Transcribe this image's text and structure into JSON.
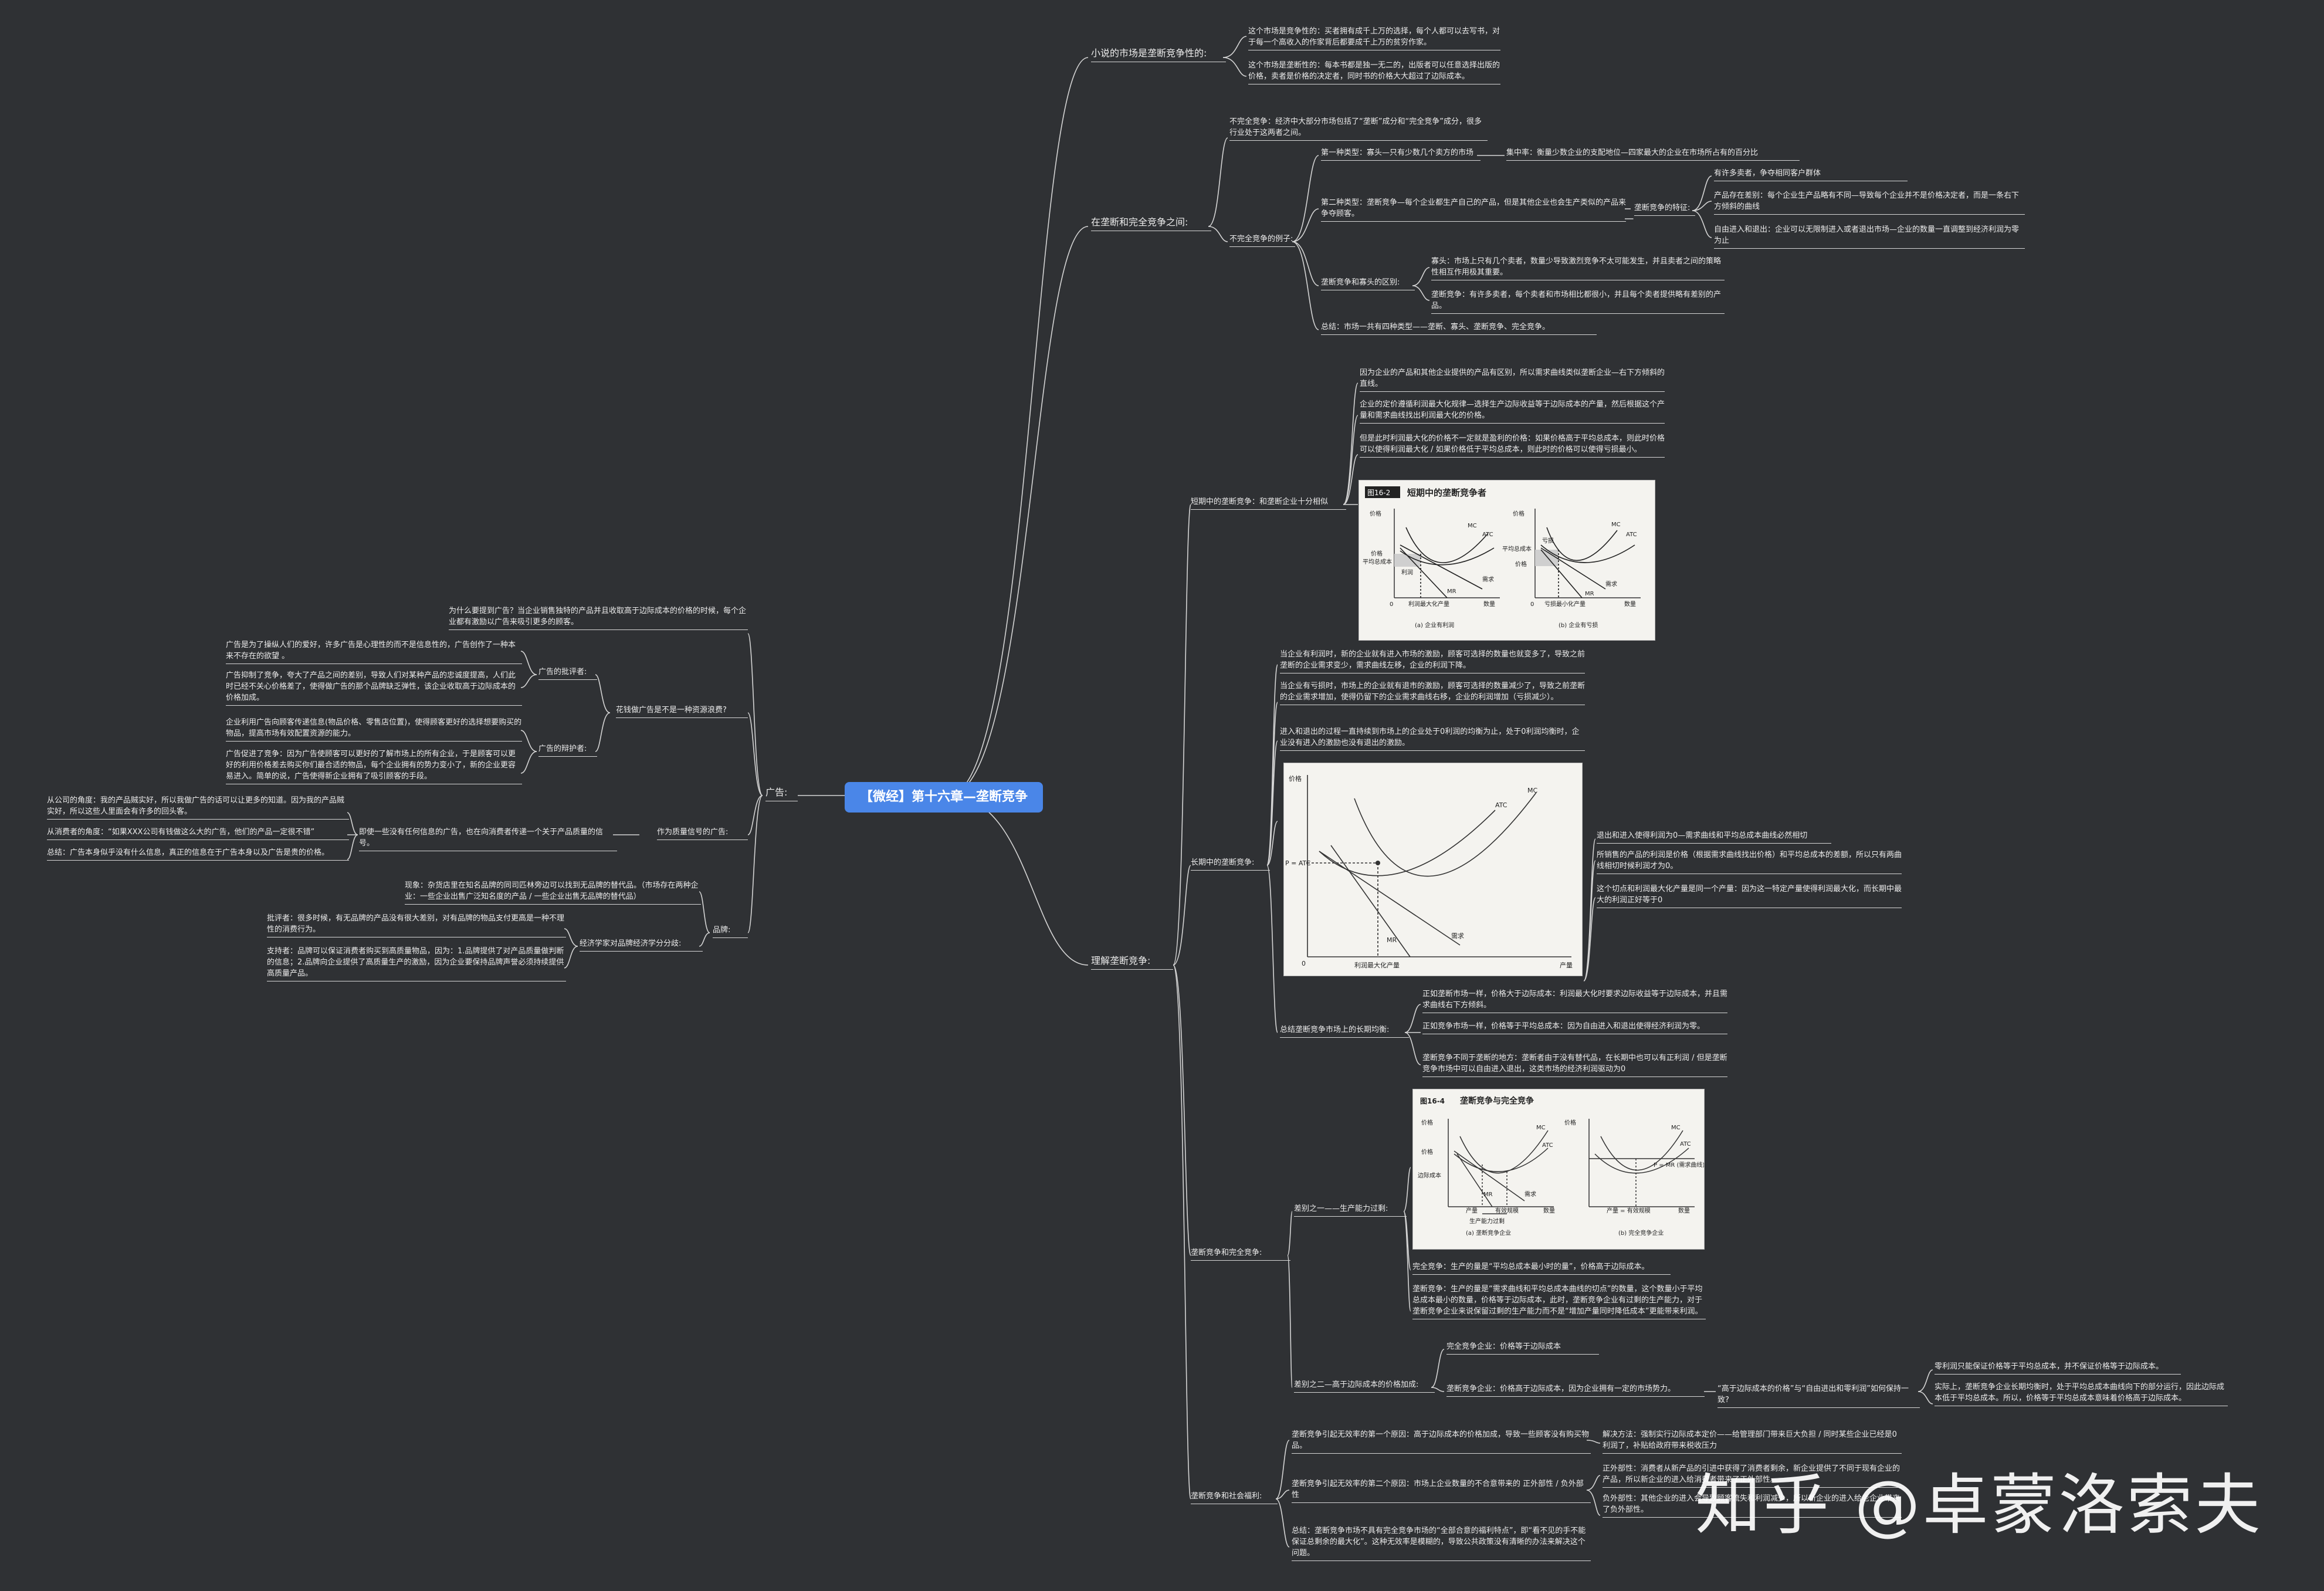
{
  "root": {
    "title": "【微经】第十六章—垄断竞争"
  },
  "branches": {
    "b1": {
      "label": "小说的市场是垄断竞争性的:",
      "items": [
        "这个市场是竞争性的：买者拥有成千上万的选择，每个人都可以去写书，对于每一个高收入的作家背后都要成千上万的贫穷作家。",
        "这个市场是垄断性的：每本书都是独一无二的，出版者可以任意选择出版的价格，卖者是价格的决定者，同时书的价格大大超过了边际成本。"
      ]
    },
    "b2": {
      "label": "在垄断和完全竞争之间:",
      "intro": "不完全竞争：经济中大部分市场包括了“垄断”成分和“完全竞争”成分，很多行业处于这两者之间。",
      "example_label": "不完全竞争的例子:",
      "type1": "第一种类型：寡头—只有少数几个卖方的市场",
      "type1_detail": "集中率：衡量少数企业的支配地位—四家最大的企业在市场所占有的百分比",
      "type2": "第二种类型：垄断竞争—每个企业都生产自己的产品，但是其他企业也会生产类似的产品来争夺顾客。",
      "type2_feature_label": "垄断竞争的特征:",
      "features": [
        "有许多卖者，争夺相同客户群体",
        "产品存在差别：每个企业生产品略有不同—导致每个企业并不是价格决定者，而是一条右下方倾斜的曲线",
        "自由进入和退出：企业可以无限制进入或者退出市场—企业的数量一直调整到经济利润为零为止"
      ],
      "diff_label": "垄断竞争和寡头的区别:",
      "diffs": [
        "寡头：市场上只有几个卖者，数量少导致激烈竞争不太可能发生，并且卖者之间的策略性相互作用极其重要。",
        "垄断竞争：有许多卖者，每个卖者和市场相比都很小，并且每个卖者提供略有差别的产品。"
      ],
      "summary": "总结：市场一共有四种类型——垄断、寡头、垄断竞争、完全竞争。"
    },
    "b3": {
      "label": "理解垄断竞争:",
      "short_label": "短期中的垄断竞争：和垄断企业十分相似",
      "short_items": [
        "因为企业的产品和其他企业提供的产品有区别，所以需求曲线类似垄断企业—右下方倾斜的直线。",
        "企业的定价遵循利润最大化规律—选择生产边际收益等于边际成本的产量，然后根据这个产量和需求曲线找出利润最大化的价格。",
        "但是此时利润最大化的价格不一定就是盈利的价格：如果价格高于平均总成本，则此时价格可以使得利润最大化 / 如果价格低于平均总成本，则此时的价格可以使得亏损最小。"
      ],
      "short_figure": {
        "title": "短期中的垄断竞争者",
        "tag": "图16-2",
        "left_labels": [
          "价格",
          "价格",
          "平均总成本",
          "利润",
          "MC",
          "ATC",
          "需求",
          "MR",
          "0",
          "利润最大化产量",
          "数量",
          "(a) 企业有利润"
        ],
        "right_labels": [
          "价格",
          "亏损",
          "平均总成本",
          "价格",
          "MC",
          "ATC",
          "需求",
          "MR",
          "0",
          "亏损最小化产量",
          "数量",
          "(b) 企业有亏损"
        ]
      },
      "long_label": "长期中的垄断竞争:",
      "long_items": [
        "当企业有利润时，新的企业就有进入市场的激励，顾客可选择的数量也就变多了，导致之前垄断的企业需求变少，需求曲线左移，企业的利润下降。",
        "当企业有亏损时，市场上的企业就有退市的激励，顾客可选择的数量减少了，导致之前垄断的企业需求增加，使得仍留下的企业需求曲线右移，企业的利润增加（亏损减少）。",
        "进入和退出的过程一直持续到市场上的企业处于0利润的均衡为止，处于0利润均衡时，企业没有进入的激励也没有退出的激励。"
      ],
      "long_figure": {
        "labels": [
          "价格",
          "P = ATC",
          "MC",
          "ATC",
          "需求",
          "MR",
          "0",
          "利润最大化产量",
          "产量"
        ]
      },
      "long_notes": [
        "退出和进入使得利润为0—需求曲线和平均总成本曲线必然相切",
        "所销售的产品的利润是价格（根据需求曲线找出价格）和平均总成本的差额，所以只有两曲线相切时候利润才为0。",
        "这个切点和利润最大化产量是同一个产量：因为这一特定产量使得利润最大化，而长期中最大的利润正好等于0"
      ],
      "eq_label": "总结垄断竞争市场上的长期均衡:",
      "eq_items": [
        "正如垄断市场一样，价格大于边际成本：利润最大化时要求边际收益等于边际成本，并且需求曲线右下方倾斜。",
        "正如竞争市场一样，价格等于平均总成本：因为自由进入和退出使得经济利润为零。",
        "垄断竞争不同于垄断的地方：垄断者由于没有替代品，在长期中也可以有正利润 / 但是垄断竞争市场中可以自由进入退出，这类市场的经济利润驱动为0"
      ],
      "compare_label": "垄断竞争和完全竞争:",
      "diff1_label": "差别之一——生产能力过剩:",
      "compare_figure": {
        "tag": "图16-4",
        "title": "垄断竞争与完全竞争",
        "left_labels": [
          "价格",
          "价格",
          "边际成本",
          "MC",
          "ATC",
          "MR",
          "需求",
          "产量",
          "有效规模",
          "数量",
          "生产能力过剩",
          "(a) 垄断竞争企业"
        ],
        "right_labels": [
          "价格",
          "MC",
          "ATC",
          "P = MR (需求曲线)",
          "产量 = 有效规模",
          "数量",
          "(b) 完全竞争企业"
        ]
      },
      "diff1_items": [
        "完全竞争：生产的量是“平均总成本最小时的量”，价格高于边际成本。",
        "垄断竞争：生产的量是“需求曲线和平均总成本曲线的切点”的数量，这个数量小于平均总成本最小的数量，价格等于边际成本，此时，垄断竞争企业有过剩的生产能力，对于垄断竞争企业来说保留过剩的生产能力而不是“增加产量同时降低成本”更能带来利润。"
      ],
      "diff2_label": "差别之二—高于边际成本的价格加成:",
      "diff2_items": [
        "完全竞争企业：价格等于边际成本",
        "垄断竞争企业：价格高于边际成本，因为企业拥有一定的市场势力。"
      ],
      "diff2_q": "“高于边际成本的价格”与“自由进出和零利润”如何保持一致?",
      "diff2_answers": [
        "零利润只能保证价格等于平均总成本，并不保证价格等于边际成本。",
        "实际上，垄断竞争企业长期均衡时，处于平均总成本曲线向下的部分运行，因此边际成本低于平均总成本。所以，价格等于平均总成本意味着价格高于边际成本。"
      ],
      "welfare_label": "垄断竞争和社会福利:",
      "welfare_items": [
        "垄断竞争引起无效率的第一个原因：高于边际成本的价格加成，导致一些顾客没有购买物品。",
        "垄断竞争引起无效率的第二个原因：市场上企业数量的不合意带来的 正外部性 / 负外部性",
        "总结：垄断竞争市场不具有完全竞争市场的“全部合意的福利特点”，即“看不见的手不能保证总剩余的最大化”。这种无效率是模糊的，导致公共政策没有清晰的办法来解决这个问题。"
      ],
      "welfare_notes": [
        "解决方法：强制实行边际成本定价——给管理部门带来巨大负担 / 同时某些企业已经是0利润了，补贴给政府带来税收压力",
        "正外部性：消费者从新产品的引进中获得了消费者剩余，新企业提供了不同于现有企业的产品，所以新企业的进入给消费者带来了正外部性。",
        "负外部性：其他企业的进入会导致顾客流失和利润减少，所以新企业的进入给老企业带来了负外部性。"
      ]
    },
    "b4": {
      "label": "广告:",
      "why": "为什么要提到广告？当企业销售独特的产品并且收取高于边际成本的价格的时候，每个企业都有激励以广告来吸引更多的顾客。",
      "waste_label": "花钱做广告是不是一种资源浪费?",
      "critic_label": "广告的批评者:",
      "critics": [
        "广告是为了操纵人们的爱好，许多广告是心理性的而不是信息性的，广告创作了一种本来不存在的欲望 。",
        "广告抑制了竞争，夸大了产品之间的差别，导致人们对某种产品的忠诚度提高，人们此时已经不关心价格差了，使得做广告的那个品牌缺乏弹性，该企业收取高于边际成本的价格加成。"
      ],
      "defender_label": "广告的辩护者:",
      "defenders": [
        "企业利用广告向顾客传递信息(物品价格、零售店位置)，使得顾客更好的选择想要购买的物品，提高市场有效配置资源的能力。",
        "广告促进了竞争：因为广告使顾客可以更好的了解市场上的所有企业，于是顾客可以更好的利用价格差去购买你们最合适的物品，每个企业拥有的势力变小了，新的企业更容易进入。简单的说，广告使得新企业拥有了吸引顾客的手段。"
      ],
      "signal_label": "作为质量信号的广告:",
      "signal_mid": "即使一些没有任何信息的广告，也在向消费者传递一个关于产品质量的信号。",
      "signal_items": [
        "从公司的角度：我的产品贼实好，所以我做广告的话可以让更多的知道。因为我的产品贼实好，所以这些人里面会有许多的回头客。",
        "从消费者的角度：“如果XXX公司有钱做这么大的广告，他们的产品一定很不错”",
        "总结：广告本身似乎没有什么信息，真正的信息在于广告本身以及广告是贵的价格。"
      ],
      "brand_label": "品牌:",
      "brand_phenomenon": "现象：杂货店里在知名品牌的同司匹林旁边可以找到无品牌的替代品。（市场存在两种企业：一些企业出售广泛知名度的产品 / 一些企业出售无品牌的替代品）",
      "brand_econ_label": "经济学家对品牌经济学分分歧:",
      "brand_items": [
        "批评者：很多时候，有无品牌的产品没有很大差别，对有品牌的物品支付更高是一种不理性的消费行为。",
        "支持者：品牌可以保证消费者购买到高质量物品，因为：1.品牌提供了对产品质量做判断的信息；2.品牌向企业提供了高质量生产的激励，因为企业要保持品牌声誉必须持续提供高质量产品。"
      ]
    }
  },
  "watermark": "知乎 @卓蒙洛索夫",
  "colors": {
    "background": "#2f3134",
    "root": "#4a86e8",
    "line": "#d6d6d6",
    "text": "#ececec"
  }
}
